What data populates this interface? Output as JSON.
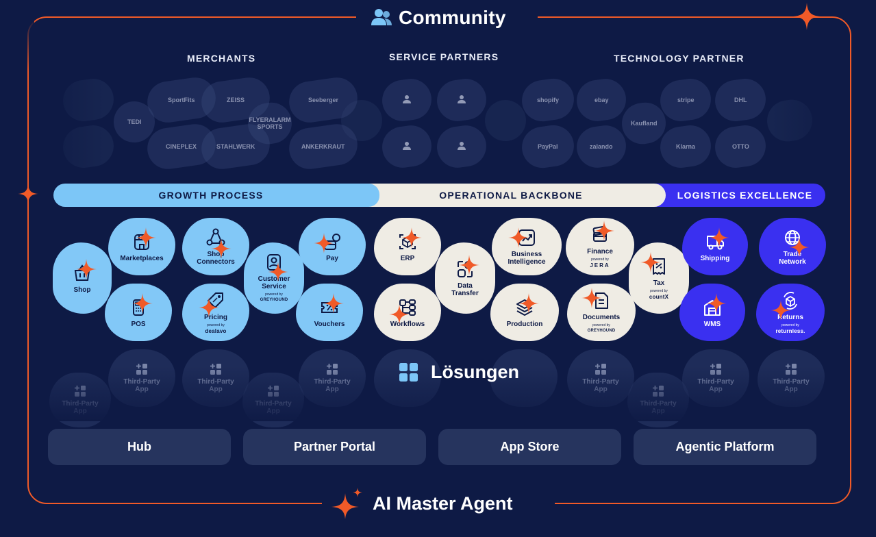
{
  "header": {
    "title": "Community"
  },
  "footer": {
    "title": "AI Master Agent"
  },
  "categories": {
    "merchants": "MERCHANTS",
    "service_partners": "SERVICE PARTNERS",
    "technology_partner": "TECHNOLOGY PARTNER"
  },
  "merchant_logos": [
    "SportFits",
    "TEDI",
    "ZEISS",
    "Seeberger",
    "CINEPLEX",
    "STAHLWERK",
    "FLYERALARM SPORTS",
    "ANKERKRAUT"
  ],
  "tech_logos": [
    "shopify",
    "ebay",
    "stripe",
    "DHL",
    "Kaufland",
    "PayPal",
    "zalando",
    "Klarna",
    "OTTO"
  ],
  "bars": {
    "growth": "GROWTH PROCESS",
    "ops": "OPERATIONAL BACKBONE",
    "logistics": "LOGISTICS EXCELLENCE"
  },
  "modules": {
    "shop": "Shop",
    "marketplaces": "Marketplaces",
    "pos": "POS",
    "shop_connectors": "Shop Connectors",
    "pricing": "Pricing",
    "pricing_pw": "powered by",
    "pricing_brand": "dealavo",
    "customer_service": "Customer Service",
    "cs_pw": "powered by",
    "cs_brand": "GREYHOUND",
    "pay": "Pay",
    "vouchers": "Vouchers",
    "erp": "ERP",
    "workflows": "Workflows",
    "data_transfer": "Data Transfer",
    "bi": "Business Intelligence",
    "production": "Production",
    "finance": "Finance",
    "finance_pw": "powered by",
    "finance_brand": "JERA",
    "documents": "Documents",
    "docs_pw": "powered by",
    "docs_brand": "GREYHOUND",
    "tax": "Tax",
    "tax_pw": "powered by",
    "tax_brand": "countX",
    "shipping": "Shipping",
    "trade_network": "Trade Network",
    "wms": "WMS",
    "returns": "Returns",
    "returns_pw": "powered by",
    "returns_brand": "returnless."
  },
  "third_party": "Third-Party App",
  "solutions": "Lösungen",
  "pills": {
    "hub": "Hub",
    "partner_portal": "Partner Portal",
    "app_store": "App Store",
    "agentic_platform": "Agentic Platform"
  },
  "colors": {
    "background": "#0e1a45",
    "accent": "#f05a28",
    "growth": "#7cc6f7",
    "ops": "#efece4",
    "logistics": "#3a30f0"
  }
}
